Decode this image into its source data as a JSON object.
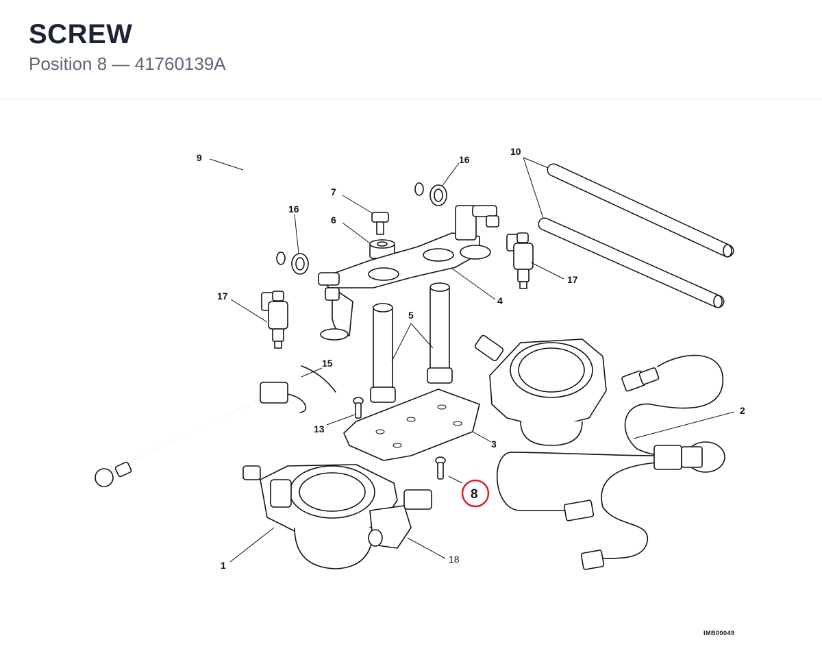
{
  "header": {
    "title": "SCREW",
    "subtitle": "Position 8 — 41760139A"
  },
  "diagram": {
    "highlight_position": "8",
    "highlight_color": "#d2232a",
    "image_ref": "IMB00049",
    "callouts": {
      "p1": "1",
      "p2": "2",
      "p3": "3",
      "p4": "4",
      "p5": "5",
      "p6": "6",
      "p7": "7",
      "p8": "8",
      "p9": "9",
      "p10": "10",
      "p13": "13",
      "p15": "15",
      "p16a": "16",
      "p16b": "16",
      "p17a": "17",
      "p17b": "17",
      "p18": "18"
    }
  }
}
